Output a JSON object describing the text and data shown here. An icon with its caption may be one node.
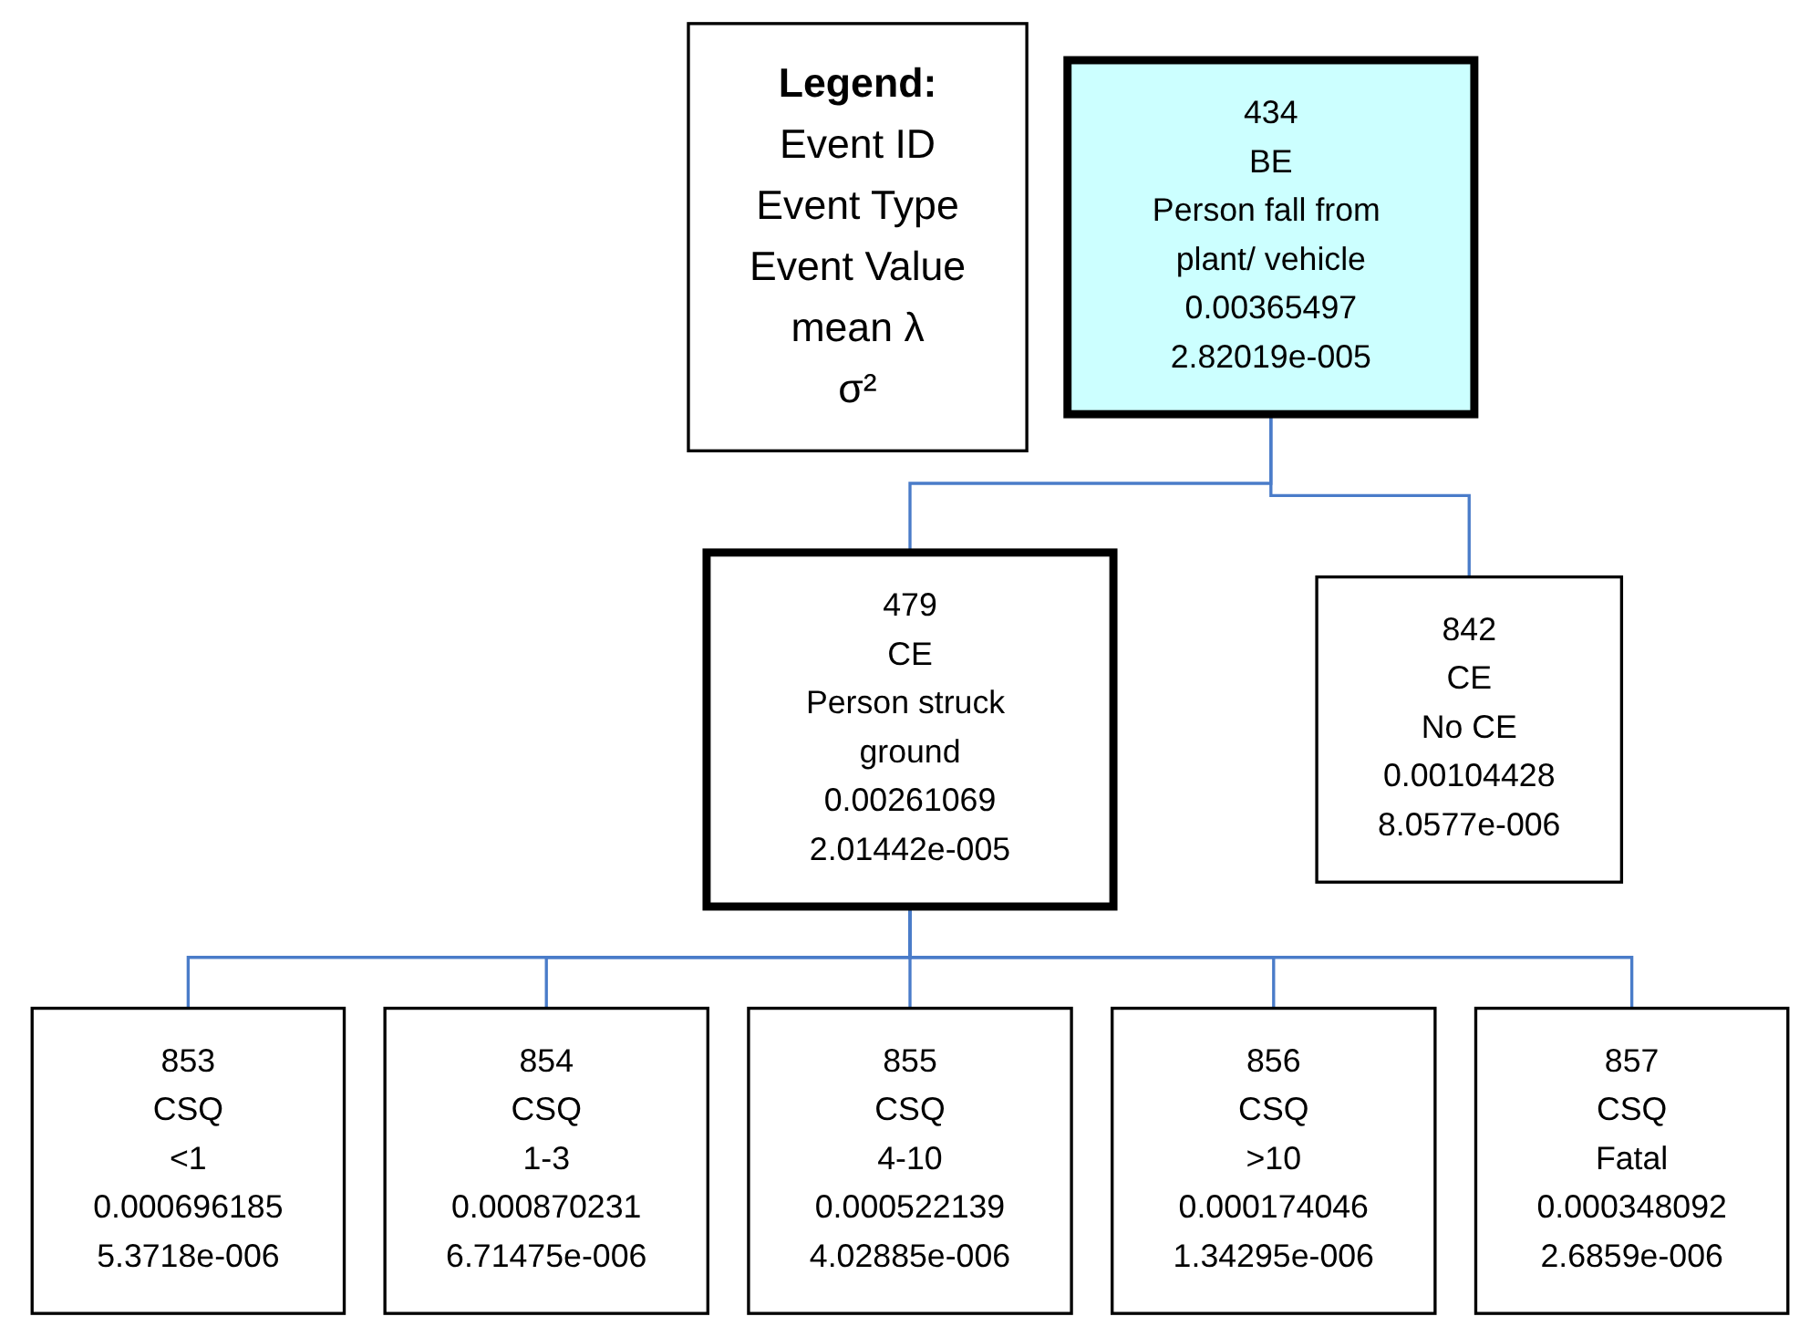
{
  "diagram": {
    "nodes": [
      {
        "text": [
          "Legend:",
          "Event ID",
          "Event Type",
          "Event Value",
          "mean λ",
          "σ²"
        ]
      },
      {
        "text": [
          "434",
          "BE",
          "Person fall from plant/ vehicle",
          "0.00365497",
          "2.82019e-005"
        ]
      },
      {
        "text": [
          "479",
          "CE",
          "Person struck ground",
          "0.00261069",
          "2.01442e-005"
        ]
      },
      {
        "text": [
          "842",
          "CE",
          "No CE",
          "0.00104428",
          "8.0577e-006"
        ]
      },
      {
        "text": [
          "853",
          "CSQ",
          "<1",
          "0.000696185",
          "5.3718e-006"
        ]
      },
      {
        "text": [
          "854",
          "CSQ",
          "1-3",
          "0.000870231",
          "6.71475e-006"
        ]
      },
      {
        "text": [
          "855",
          "CSQ",
          "4-10",
          "0.000522139",
          "4.02885e-006"
        ]
      },
      {
        "text": [
          "856",
          "CSQ",
          ">10",
          "0.000174046",
          "1.34295e-006"
        ]
      },
      {
        "text": [
          "857",
          "CSQ",
          "Fatal",
          "0.000348092",
          "2.6859e-006"
        ]
      }
    ],
    "edges": [
      {
        "from": 1,
        "to": 2,
        "arrow": "none"
      },
      {
        "from": 1,
        "to": 3,
        "arrow": "none"
      },
      {
        "from": 2,
        "to": 4,
        "arrow": "none"
      },
      {
        "from": 2,
        "to": 5,
        "arrow": "none"
      },
      {
        "from": 2,
        "to": 6,
        "arrow": "none"
      },
      {
        "from": 2,
        "to": 7,
        "arrow": "none"
      },
      {
        "from": 2,
        "to": 8,
        "arrow": "none"
      }
    ]
  }
}
